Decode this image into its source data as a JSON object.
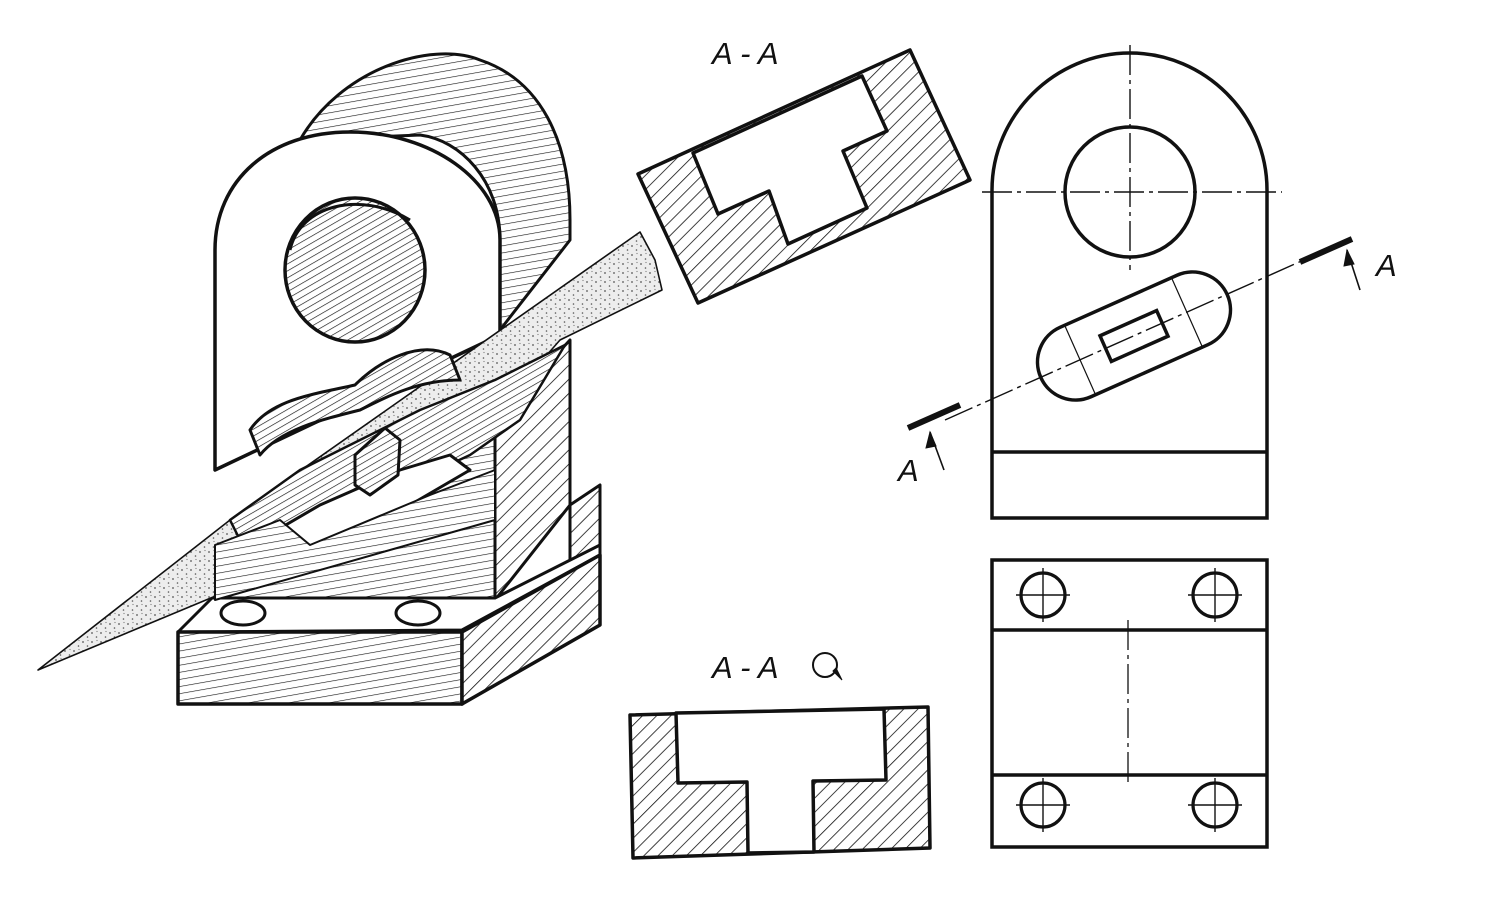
{
  "labels": {
    "section_title": "A - A",
    "rotated_section_title": "A - A",
    "cut_mark_top": "A",
    "cut_mark_bottom": "A"
  },
  "icons": {
    "rotation_symbol": "rotation-icon"
  },
  "colors": {
    "ink": "#111111",
    "paper": "#ffffff",
    "cut_plane_fill": "#e6e6e6"
  }
}
